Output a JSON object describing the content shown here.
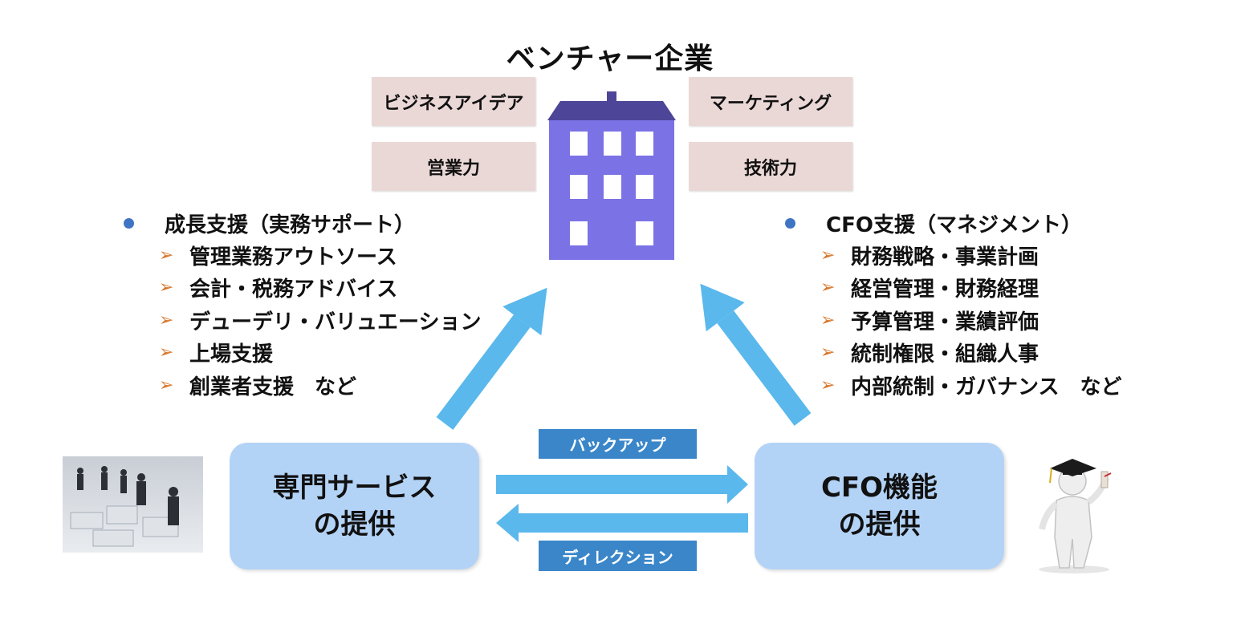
{
  "title": "ベンチャー企業",
  "top_boxes": {
    "business_idea": "ビジネスアイデア",
    "marketing": "マーケティング",
    "sales": "営業力",
    "technology": "技術力"
  },
  "left_list": {
    "heading": "成長支援（実務サポート）",
    "items": [
      "管理業務アウトソース",
      "会計・税務アドバイス",
      "デューデリ・バリュエーション",
      "上場支援",
      "創業者支援　など"
    ]
  },
  "right_list": {
    "heading": "CFO支援（マネジメント）",
    "items": [
      "財務戦略・事業計画",
      "経営管理・財務経理",
      "予算管理・業績評価",
      "統制権限・組織人事",
      "内部統制・ガバナンス　など"
    ]
  },
  "left_box": {
    "line1": "専門サービス",
    "line2": "の提供"
  },
  "right_box": {
    "line1": "CFO機能",
    "line2": "の提供"
  },
  "tags": {
    "backup": "バックアップ",
    "direction": "ディレクション"
  },
  "colors": {
    "arrow": "#5ab8ec",
    "box_fill": "#b3d3f6",
    "tag_fill": "#3a86c9",
    "pink_box": "#ead8d7",
    "building": "#7b72e6",
    "roof": "#4d4597",
    "bullet": "#3f74c4",
    "chevron": "#d9772b"
  },
  "icons": {
    "building": "office-building-icon",
    "people_photo": "business-people-photo",
    "graduate_figure": "graduate-figure-icon"
  }
}
